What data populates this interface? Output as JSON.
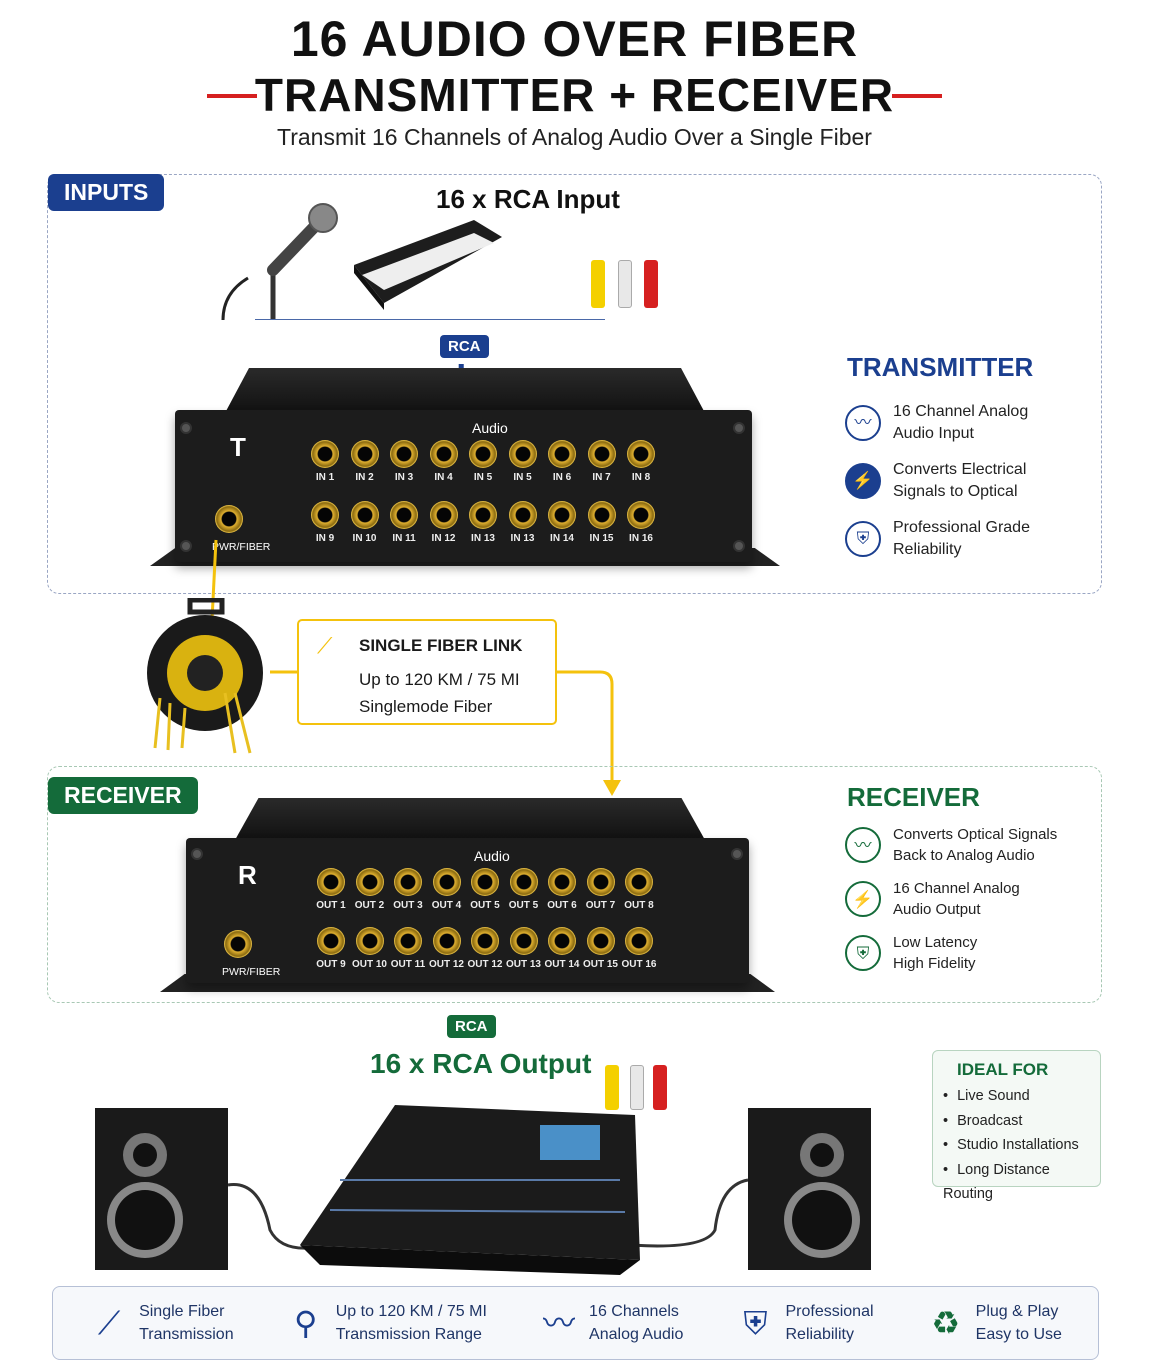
{
  "header": {
    "title_line1": "16 AUDIO OVER FIBER",
    "title_line2": "TRANSMITTER + RECEIVER",
    "subtitle": "Transmit 16 Channels of Analog Audio Over a Single Fiber"
  },
  "inputs": {
    "tag": "INPUTS",
    "heading": "16 x RCA Input",
    "rca_tag": "RCA"
  },
  "transmitter": {
    "letter": "T",
    "audio_label": "Audio",
    "port_label": "PWR/FIBER",
    "row1": [
      "IN 1",
      "IN 2",
      "IN 3",
      "IN 4",
      "IN 5",
      "IN 5",
      "IN 6",
      "IN 7",
      "IN 8"
    ],
    "row2": [
      "IN 9",
      "IN 10",
      "IN 11",
      "IN 12",
      "IN 13",
      "IN 13",
      "IN 14",
      "IN 15",
      "IN 16"
    ],
    "title": "TRANSMITTER",
    "features": [
      {
        "icon": "waveform-icon",
        "l1": "16 Channel Analog",
        "l2": "Audio Input"
      },
      {
        "icon": "plug-icon",
        "l1": "Converts Electrical",
        "l2": "Signals to Optical"
      },
      {
        "icon": "shield-icon",
        "l1": "Professional Grade",
        "l2": "Reliability"
      }
    ]
  },
  "link": {
    "title": "SINGLE FIBER LINK",
    "l1": "Up to 120 KM / 75 MI",
    "l2": "Singlemode Fiber"
  },
  "receiver": {
    "tag": "RECEIVER",
    "letter": "R",
    "audio_label": "Audio",
    "port_label": "PWR/FIBER",
    "row1": [
      "OUT 1",
      "OUT 2",
      "OUT 3",
      "OUT 4",
      "OUT 5",
      "OUT 5",
      "OUT 6",
      "OUT 7",
      "OUT 8"
    ],
    "row2": [
      "OUT 9",
      "OUT 10",
      "OUT 11",
      "OUT 12",
      "OUT 12",
      "OUT 13",
      "OUT 14",
      "OUT 15",
      "OUT 16"
    ],
    "title": "RECEIVER",
    "features": [
      {
        "icon": "waveform-icon",
        "l1": "Converts Optical Signals",
        "l2": "Back to Analog Audio"
      },
      {
        "icon": "plug-icon",
        "l1": "16 Channel Analog",
        "l2": "Audio Output"
      },
      {
        "icon": "shield-icon",
        "l1": "Low Latency",
        "l2": "High Fidelity"
      }
    ]
  },
  "output": {
    "rca_tag": "RCA",
    "heading": "16 x RCA Output"
  },
  "ideal": {
    "title": "IDEAL FOR",
    "items": [
      "Live Sound",
      "Broadcast",
      "Studio Installations",
      "Long Distance Routing"
    ]
  },
  "bottom": [
    {
      "icon": "fiber-icon",
      "l1": "Single Fiber",
      "l2": "Transmission"
    },
    {
      "icon": "location-pin-icon",
      "l1": "Up to 120 KM / 75 MI",
      "l2": "Transmission Range"
    },
    {
      "icon": "waveform-icon",
      "l1": "16 Channels",
      "l2": "Analog Audio"
    },
    {
      "icon": "shield-icon",
      "l1": "Professional",
      "l2": "Reliability"
    },
    {
      "icon": "plug-play-icon",
      "l1": "Plug & Play",
      "l2": "Easy to Use"
    }
  ],
  "colors": {
    "navy": "#1b3f8f",
    "green": "#146b3a",
    "yellow": "#f4c20d",
    "red": "#d62020"
  }
}
